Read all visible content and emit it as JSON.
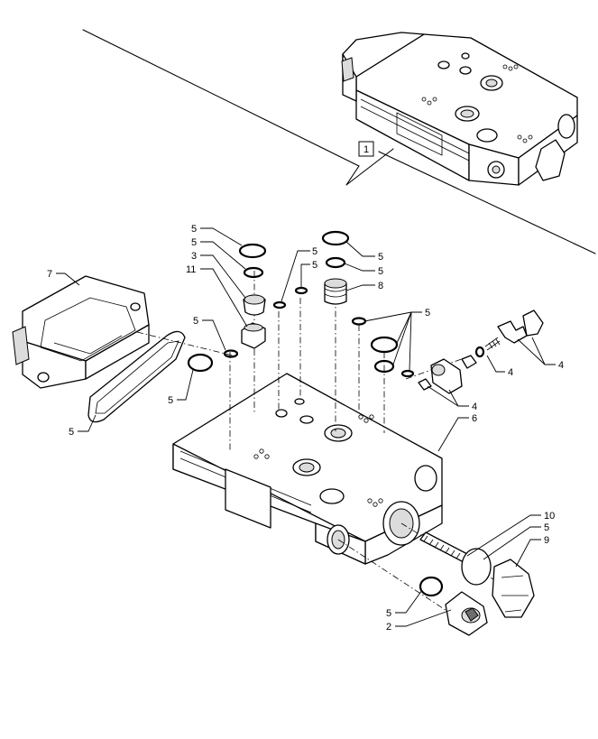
{
  "labels": {
    "ref1": "1",
    "c_left_5a": "5",
    "c_left_5b": "5",
    "c_left_3": "3",
    "c_left_11": "11",
    "c_left_7": "7",
    "c_left_5c": "5",
    "c_left_5d": "5",
    "c_left_5e": "5",
    "c_mid_5a": "5",
    "c_mid_5b": "5",
    "c_right_5a": "5",
    "c_right_5b": "5",
    "c_right_8": "8",
    "c_right_5c": "5",
    "c_right_4a": "4",
    "c_right_4b": "4",
    "c_right_4c": "4",
    "c_right_6": "6",
    "c_right_10": "10",
    "c_right_5d": "5",
    "c_right_9": "9",
    "c_bot_5": "5",
    "c_bot_2": "2"
  }
}
